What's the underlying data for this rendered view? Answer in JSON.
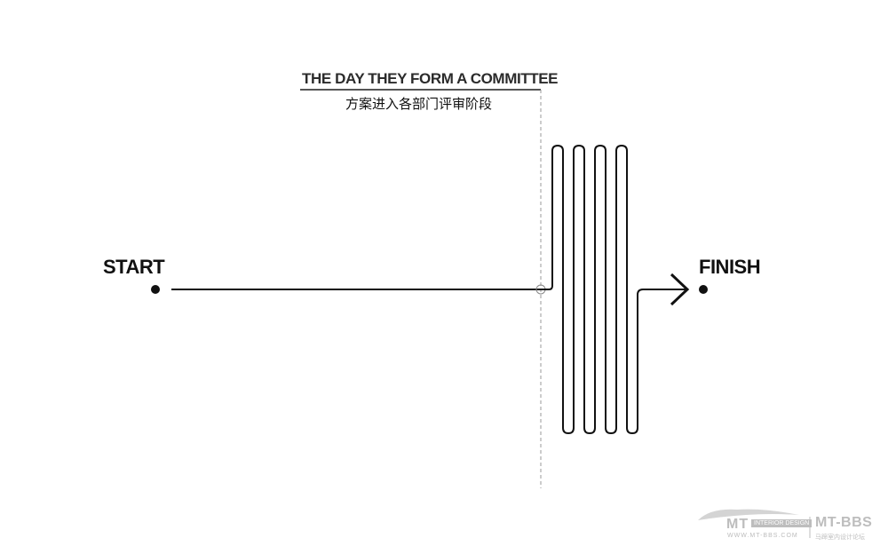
{
  "diagram": {
    "start_label": "START",
    "finish_label": "FINISH",
    "committee_title": "THE DAY THEY FORM A COMMITTEE",
    "committee_subtitle": "方案进入各部门评审阶段"
  },
  "watermark": {
    "logo_left": "MT",
    "logo_tag": "INTERIOR DESIGN",
    "url": "WWW.MT-BBS.COM",
    "logo_right": "MT-BBS",
    "site_name": "马蹄室内设计论坛"
  },
  "colors": {
    "line": "#111111",
    "dashed_marker": "#999999",
    "watermark": "#bdbdbd"
  }
}
